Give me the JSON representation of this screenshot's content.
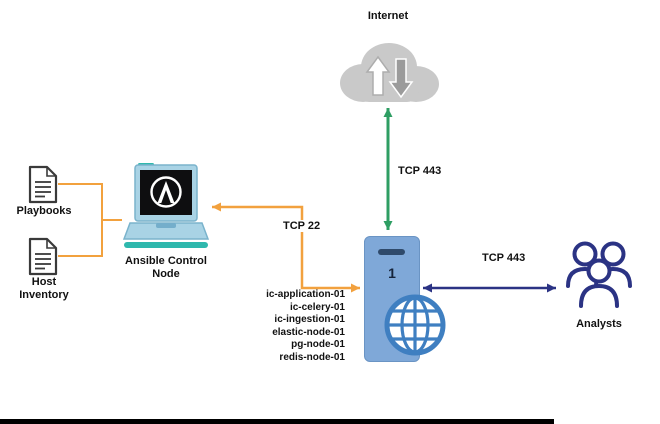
{
  "palette": {
    "orange": "#F2A13E",
    "green": "#2E9E63",
    "navy": "#2B3384",
    "server_blue": "#7FA8D8",
    "globe_blue": "#3F7FC1",
    "laptop_blue": "#A9D3E5",
    "teal": "#2FB8AD",
    "cloud_gray": "#C9C9C9"
  },
  "diagram": {
    "internet": {
      "label": "Internet"
    },
    "playbooks": {
      "label": "Playbooks"
    },
    "host_inventory": {
      "label": "Host\nInventory"
    },
    "ansible_control_node": {
      "label": "Ansible Control\nNode"
    },
    "server": {
      "number": "1",
      "node_list": [
        "ic-application-01",
        "ic-celery-01",
        "ic-ingestion-01",
        "elastic-node-01",
        "pg-node-01",
        "redis-node-01"
      ]
    },
    "analysts": {
      "label": "Analysts"
    },
    "connections": [
      {
        "from": "internet",
        "to": "server",
        "label": "TCP 443",
        "color": "#2E9E63"
      },
      {
        "from": "ansible-control-node",
        "to": "server",
        "label": "TCP 22",
        "color": "#F2A13E"
      },
      {
        "from": "server",
        "to": "analysts",
        "label": "TCP 443",
        "color": "#2B3384"
      }
    ]
  }
}
